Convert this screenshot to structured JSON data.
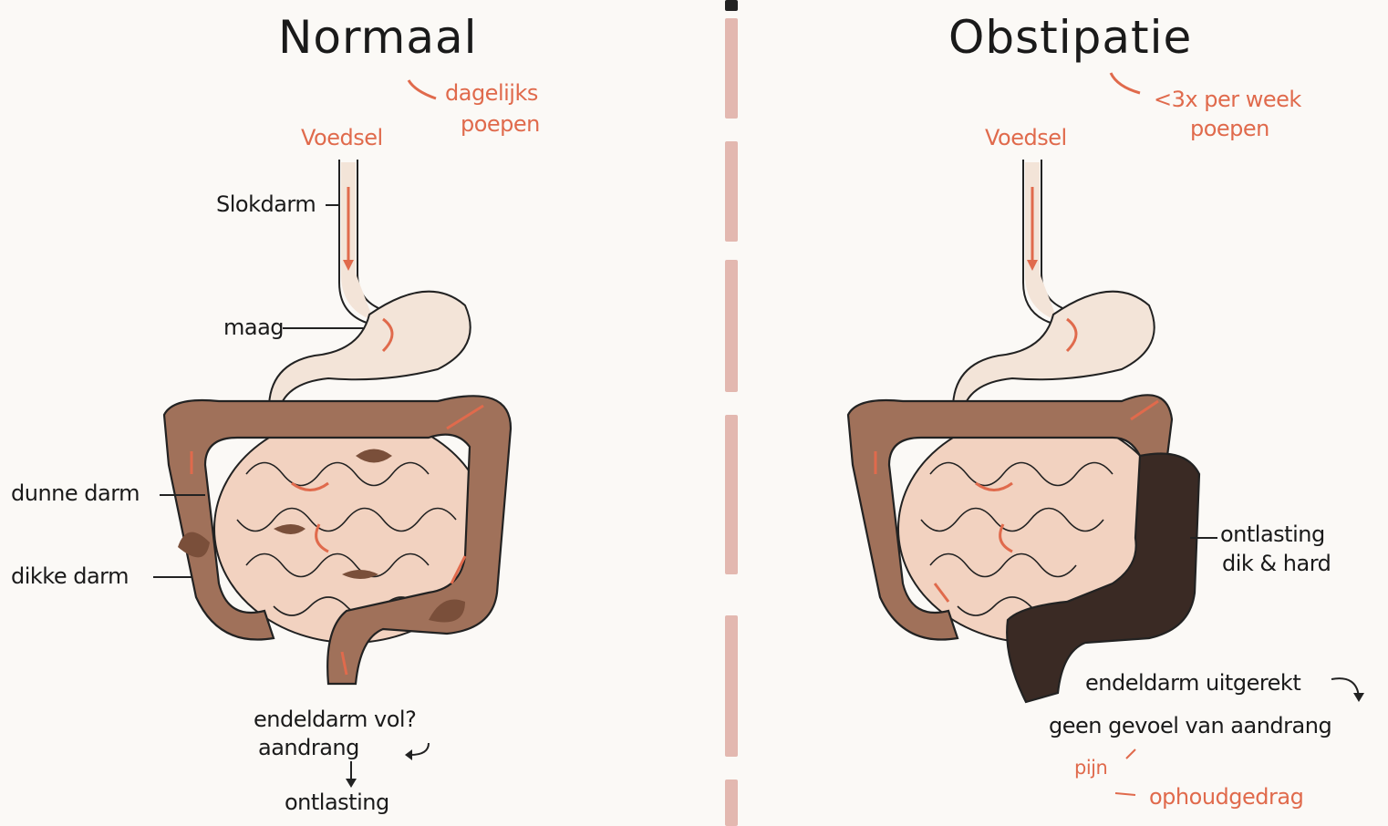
{
  "left": {
    "title": "Normaal",
    "frequency_note": [
      "dagelijks",
      "poepen"
    ],
    "food": "Voedsel",
    "labels": {
      "esophagus": "Slokdarm",
      "stomach": "maag",
      "small_intestine": "dunne darm",
      "large_intestine": "dikke darm"
    },
    "bottom": {
      "line1": "endeldarm vol?",
      "line2": "aandrang",
      "line3": "ontlasting"
    }
  },
  "right": {
    "title": "Obstipatie",
    "frequency_note": [
      "<3x per week",
      "poepen"
    ],
    "food": "Voedsel",
    "labels": {
      "stool_line1": "ontlasting",
      "stool_line2": "dik & hard"
    },
    "bottom": {
      "line1": "endeldarm uitgerekt",
      "line2": "geen gevoel van aandrang",
      "pain": "pijn",
      "behavior": "ophoudgedrag"
    }
  },
  "colors": {
    "accent": "#e06a4c",
    "colon": "#a0715a",
    "colon_dark": "#7a4f3a",
    "small_intestine": "#f2d2c0",
    "stomach": "#f3e4d8",
    "hard_stool": "#3a2a24",
    "divider": "#e3b8b0"
  }
}
